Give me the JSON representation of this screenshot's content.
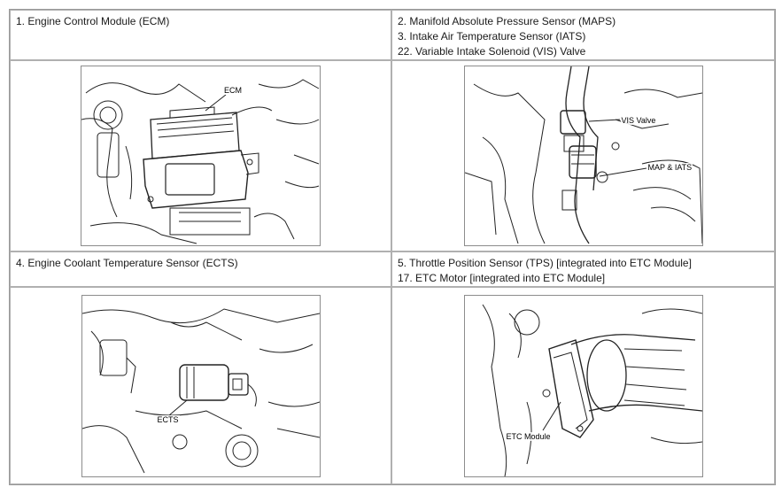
{
  "cells": {
    "top_left": {
      "lines": [
        "1. Engine Control Module (ECM)"
      ]
    },
    "top_right": {
      "lines": [
        "2. Manifold Absolute Pressure Sensor (MAPS)",
        "3. Intake Air Temperature Sensor (IATS)",
        "22. Variable Intake Solenoid (VIS) Valve"
      ]
    },
    "bottom_left": {
      "lines": [
        "4. Engine Coolant Temperature Sensor (ECTS)"
      ]
    },
    "bottom_right": {
      "lines": [
        "5. Throttle Position Sensor (TPS) [integrated into ETC Module]",
        "17. ETC Motor [integrated into ETC Module]"
      ]
    }
  },
  "figures": {
    "ecm": {
      "callouts": [
        "ECM"
      ]
    },
    "vis": {
      "callouts": [
        "VIS Valve",
        "MAP & IATS"
      ]
    },
    "ects": {
      "callouts": [
        "ECTS"
      ]
    },
    "etc": {
      "callouts": [
        "ETC Module"
      ]
    }
  },
  "colors": {
    "line": "#222222",
    "border": "#b0b0b0"
  }
}
